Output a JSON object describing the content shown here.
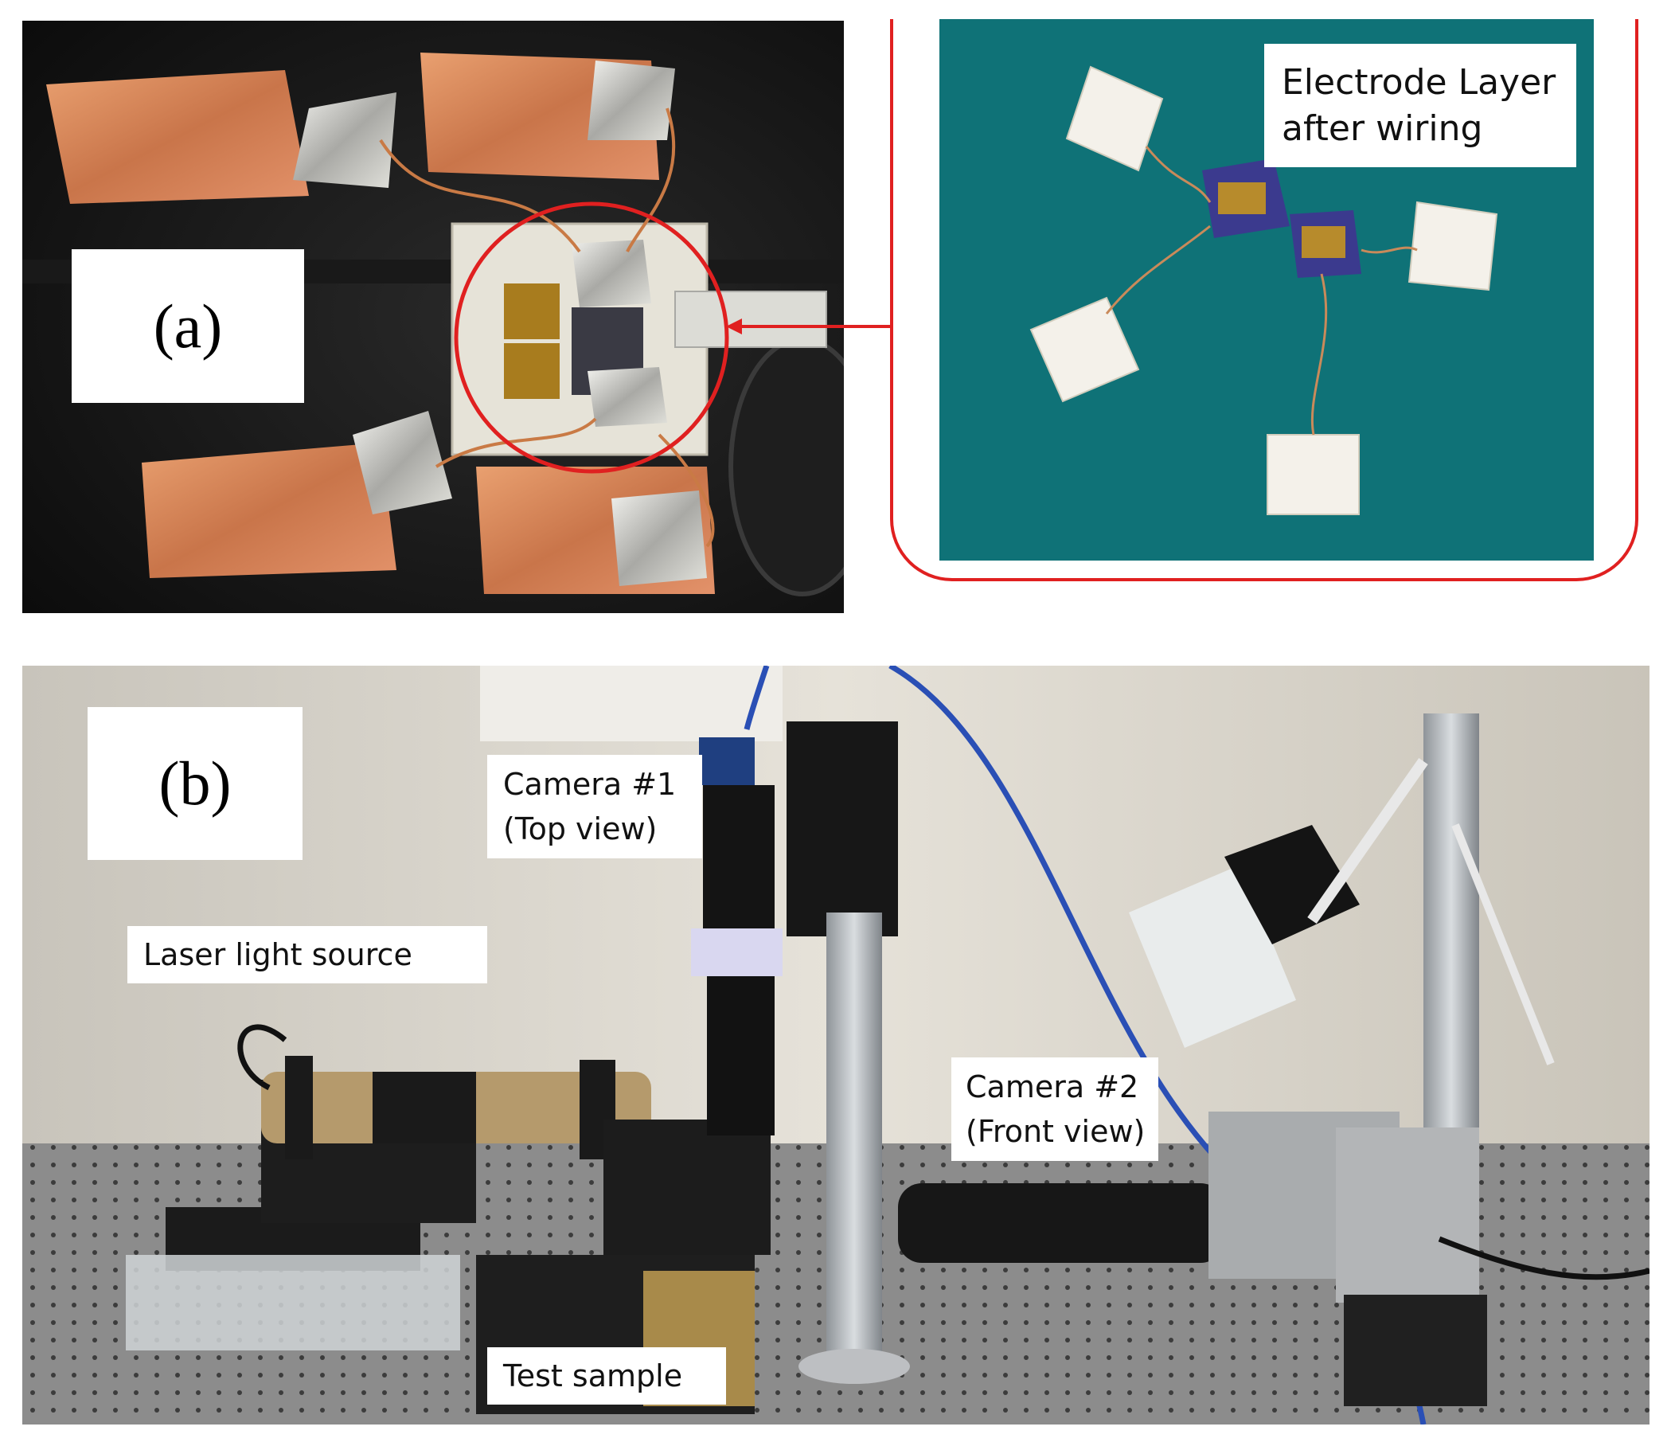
{
  "figure": {
    "panel_a": {
      "letter": "(a)",
      "inset_label_line1": "Electrode Layer",
      "inset_label_line2": "after wiring"
    },
    "panel_b": {
      "letter": "(b)",
      "camera1_line1": "Camera #1",
      "camera1_line2": "(Top view)",
      "laser_label": "Laser light source",
      "camera2_line1": "Camera #2",
      "camera2_line2": "(Front view)",
      "sample_label": "Test sample"
    }
  },
  "colors": {
    "highlight_red": "#e02020",
    "inset_teal": "#0f7277",
    "copper": "#d98a5a",
    "wall": "#d7d2c7",
    "table": "#8e8e8e",
    "cable_blue": "#2a4fb5",
    "camera_blue": "#1f6fd1"
  }
}
